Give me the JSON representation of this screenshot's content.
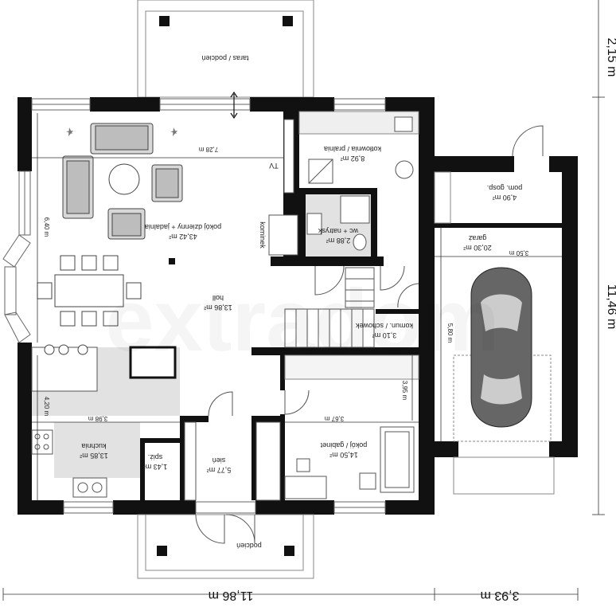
{
  "rooms": {
    "taras_top": "taras / podcień",
    "pokoj_dzienny_name": "pokój dzienny + jadalnia",
    "pokoj_dzienny_area": "43,42 m²",
    "holl_name": "holl",
    "holl_area": "13,86 m²",
    "kotlownia_name": "kotłownia / pralnia",
    "kotlownia_area": "8,92 m²",
    "wc_name": "wc + natrysk",
    "wc_area": "2,88 m²",
    "pom_gosp_name": "pom. gosp.",
    "pom_gosp_area": "4,90 m²",
    "garaz_name": "garaż",
    "garaz_area": "20,30 m²",
    "komun_name": "komun. / schowek",
    "komun_area": "3,10 m²",
    "kuchnia_name": "kuchnia",
    "kuchnia_area": "13,85 m²",
    "spiz_name": "spiż.",
    "spiz_area": "1,43 m²",
    "sien_name": "sień",
    "sien_area": "5,77 m²",
    "gabinet_name": "pokój / gabinet",
    "gabinet_area": "14,50 m²",
    "podcien_bottom": "podcień",
    "kominek": "kominek",
    "tv": "TV"
  },
  "dimensions": {
    "d_728": "7,28 m",
    "d_640": "6,40 m",
    "d_420": "4,20 m",
    "d_398": "3,98 m",
    "d_367": "3,67 m",
    "d_395": "3,95 m",
    "d_350": "3,50 m",
    "d_580": "5,80 m",
    "d_1186": "11,86 m",
    "d_393": "3,93 m",
    "d_1146": "11,46 m",
    "d_215": "2,15 m"
  },
  "watermark": "extradom"
}
